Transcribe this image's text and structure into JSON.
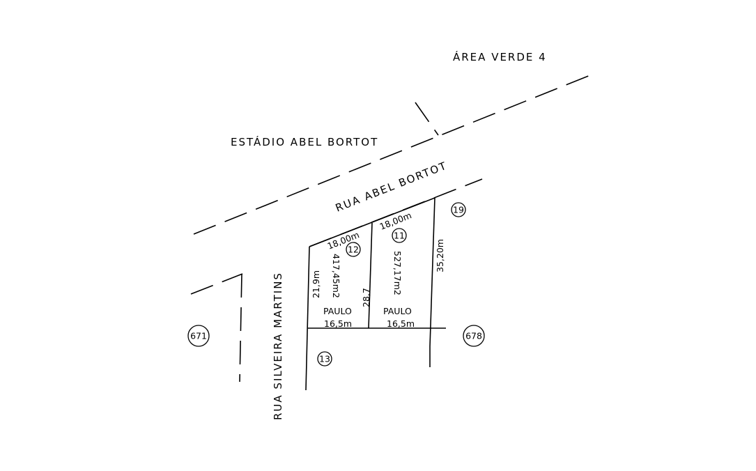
{
  "labels": {
    "area_verde": "ÁREA VERDE 4",
    "estadio": "ESTÁDIO ABEL BORTOT",
    "rua_abel_bortot": "RUA ABEL BORTOT",
    "rua_silveira_martins": "RUA SILVEIRA MARTINS"
  },
  "lots": {
    "lot_12": {
      "number": "12",
      "front": "18,00m",
      "area": "417,45m2",
      "side": "21,9m",
      "owner": "PAULO",
      "back": "16,5m"
    },
    "lot_11": {
      "number": "11",
      "front": "18,00m",
      "area": "527,17m2",
      "side_shared": "28,7",
      "side": "35,20m",
      "owner": "PAULO",
      "back": "16,5m"
    }
  },
  "markers": {
    "lot_19": "19",
    "lot_13": "13",
    "block_671": "671",
    "block_678": "678"
  }
}
